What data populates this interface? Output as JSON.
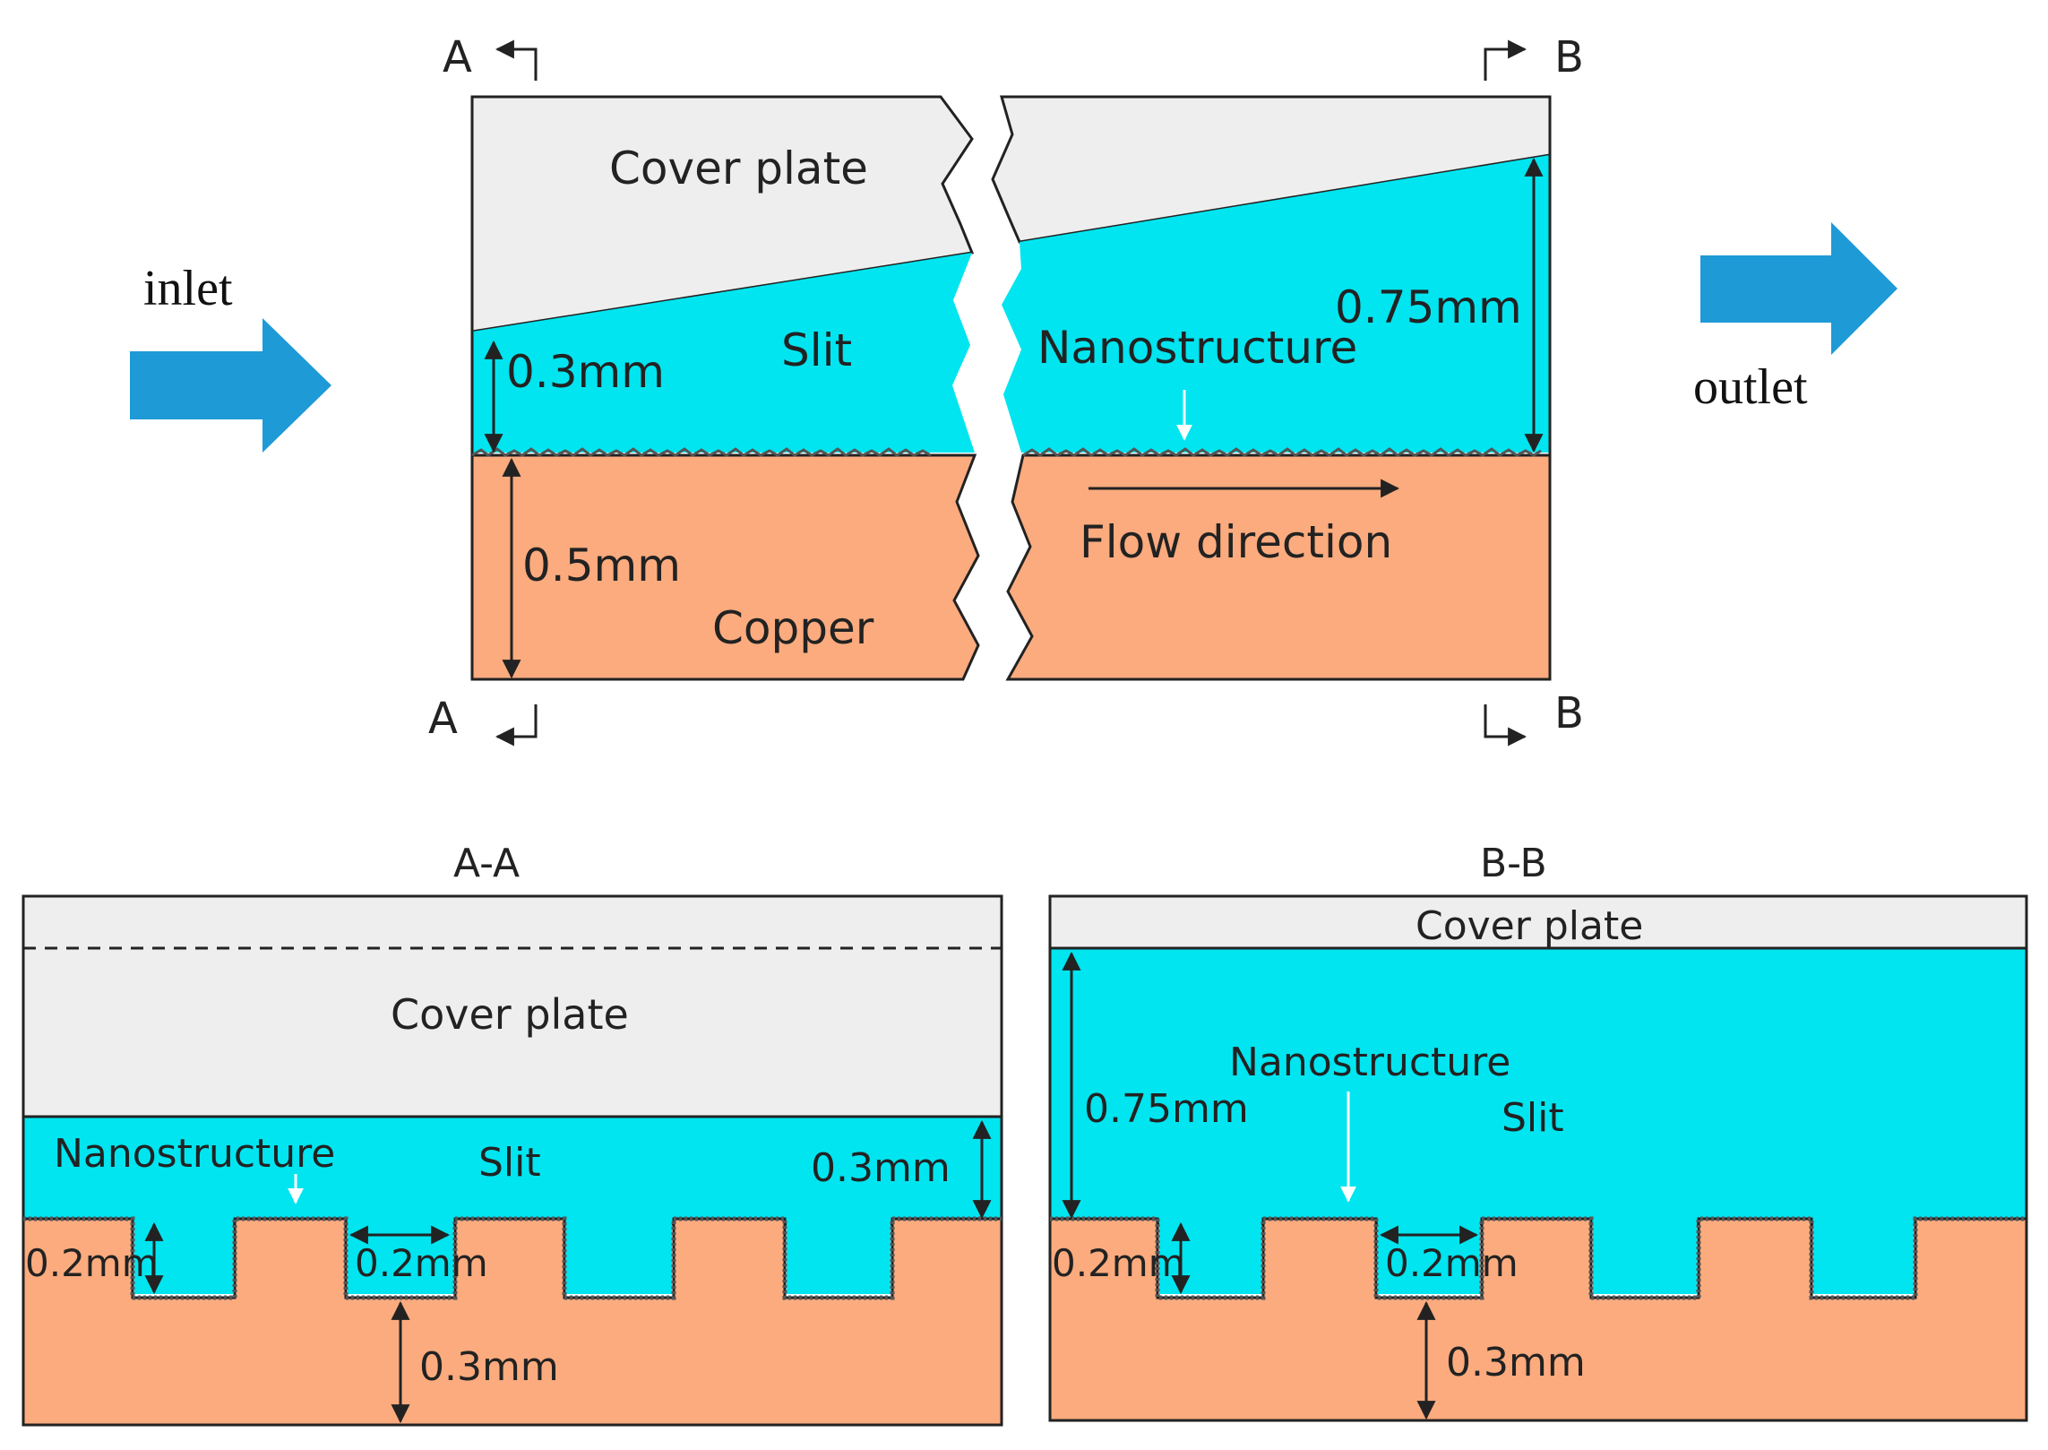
{
  "top_view": {
    "cover_plate": "Cover plate",
    "slit": "Slit",
    "nanostructure": "Nanostructure",
    "copper": "Copper",
    "flow_direction": "Flow direction",
    "dim_inlet_gap": "0.3mm",
    "dim_outlet_gap": "0.75mm",
    "dim_copper": "0.5mm",
    "inlet": "inlet",
    "outlet": "outlet",
    "section_a": "A",
    "section_b": "B"
  },
  "section_aa": {
    "title": "A-A",
    "cover_plate": "Cover plate",
    "nanostructure": "Nanostructure",
    "slit": "Slit",
    "dim_gap": "0.3mm",
    "dim_fin_height": "0.2mm",
    "dim_fin_width": "0.2mm",
    "dim_base": "0.3mm"
  },
  "section_bb": {
    "title": "B-B",
    "cover_plate": "Cover plate",
    "nanostructure": "Nanostructure",
    "slit": "Slit",
    "dim_gap": "0.75mm",
    "dim_fin_height": "0.2mm",
    "dim_fin_width": "0.2mm",
    "dim_base": "0.3mm"
  },
  "colors": {
    "cover": "#eeeeee",
    "fluid": "#00e5f0",
    "copper": "#fbab7e",
    "arrow": "#1e9ad6",
    "line": "#222222"
  }
}
